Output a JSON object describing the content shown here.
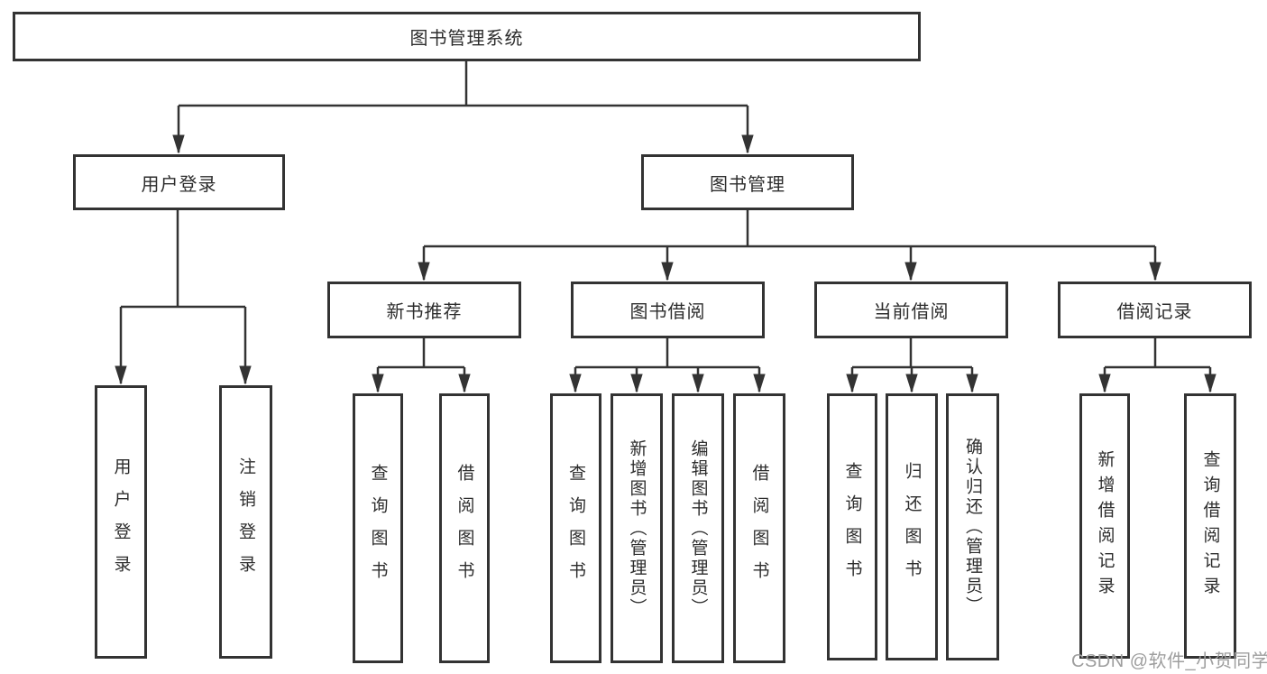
{
  "tree": {
    "label": "图书管理系统",
    "children": [
      {
        "label": "用户登录",
        "children": [
          {
            "label": "用户登录"
          },
          {
            "label": "注销登录"
          }
        ]
      },
      {
        "label": "图书管理",
        "children": [
          {
            "label": "新书推荐",
            "children": [
              {
                "label": "查询图书"
              },
              {
                "label": "借阅图书"
              }
            ]
          },
          {
            "label": "图书借阅",
            "children": [
              {
                "label": "查询图书"
              },
              {
                "label": "新增图书（管理员）"
              },
              {
                "label": "编辑图书（管理员）"
              },
              {
                "label": "借阅图书"
              }
            ]
          },
          {
            "label": "当前借阅",
            "children": [
              {
                "label": "查询图书"
              },
              {
                "label": "归还图书"
              },
              {
                "label": "确认归还（管理员）"
              }
            ]
          },
          {
            "label": "借阅记录",
            "children": [
              {
                "label": "新增借阅记录"
              },
              {
                "label": "查询借阅记录"
              }
            ]
          }
        ]
      }
    ]
  },
  "watermark": {
    "text": "CSDN @软件_小贺同学"
  },
  "colors": {
    "line": "#333333",
    "box_border": "#333333",
    "text": "#2d2d2d",
    "watermark": "#9e9e9e",
    "background": "#ffffff"
  }
}
